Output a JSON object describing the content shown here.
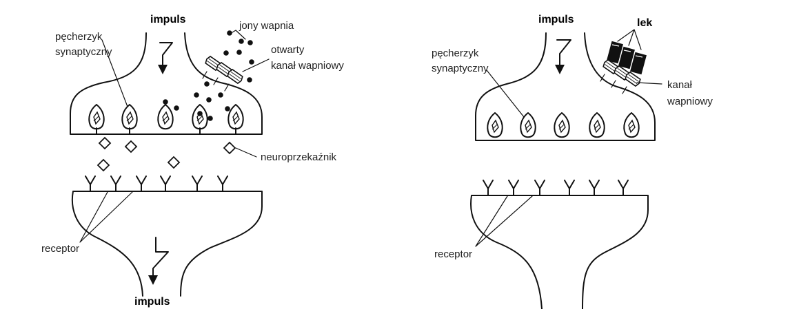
{
  "left_panel": {
    "impulse_top": "impuls",
    "impulse_bottom": "impuls",
    "vesicle_label_line1": "pęcherzyk",
    "vesicle_label_line2": "synaptyczny",
    "calcium_ions_label": "jony wapnia",
    "open_channel_line1": "otwarty",
    "open_channel_line2": "kanał wapniowy",
    "neurotransmitter_label": "neuroprzekaźnik",
    "receptor_label": "receptor"
  },
  "right_panel": {
    "impulse_top": "impuls",
    "vesicle_label_line1": "pęcherzyk",
    "vesicle_label_line2": "synaptyczny",
    "drug_label": "lek",
    "channel_line1": "kanał",
    "channel_line2": "wapniowy",
    "receptor_label": "receptor"
  },
  "colors": {
    "line": "#111111",
    "background": "#ffffff"
  }
}
